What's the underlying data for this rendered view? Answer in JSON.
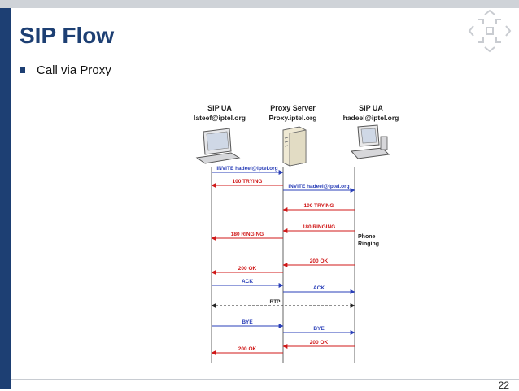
{
  "slide": {
    "title": "SIP Flow",
    "bullet": "Call via Proxy",
    "page_number": "22"
  },
  "diagram": {
    "entities": [
      {
        "name": "SIP UA",
        "address": "lateef@iptel.org",
        "icon": "laptop-icon"
      },
      {
        "name": "Proxy Server",
        "address": "Proxy.iptel.org",
        "icon": "server-icon"
      },
      {
        "name": "SIP UA",
        "address": "hadeel@iptel.org",
        "icon": "desktop-computer-icon"
      }
    ],
    "messages": [
      {
        "label": "INVITE hadeel@iptel.org",
        "from": 0,
        "to": 1,
        "color": "#2a3fb8"
      },
      {
        "label": "100 TRYING",
        "from": 1,
        "to": 0,
        "color": "#d01818"
      },
      {
        "label": "INVITE hadeel@iptel.org",
        "from": 1,
        "to": 2,
        "color": "#2a3fb8"
      },
      {
        "label": "100 TRYING",
        "from": 2,
        "to": 1,
        "color": "#d01818"
      },
      {
        "label": "180 RINGING",
        "from": 2,
        "to": 1,
        "color": "#d01818"
      },
      {
        "label": "180 RINGING",
        "from": 1,
        "to": 0,
        "color": "#d01818"
      },
      {
        "label": "200 OK",
        "from": 2,
        "to": 1,
        "color": "#d01818"
      },
      {
        "label": "200 OK",
        "from": 1,
        "to": 0,
        "color": "#d01818"
      },
      {
        "label": "ACK",
        "from": 0,
        "to": 1,
        "color": "#2a3fb8"
      },
      {
        "label": "ACK",
        "from": 1,
        "to": 2,
        "color": "#2a3fb8"
      },
      {
        "label": "RTP",
        "from": 0,
        "to": 2,
        "color": "#222222",
        "bidirectional": true
      },
      {
        "label": "BYE",
        "from": 0,
        "to": 1,
        "color": "#2a3fb8"
      },
      {
        "label": "BYE",
        "from": 1,
        "to": 2,
        "color": "#2a3fb8"
      },
      {
        "label": "200 OK",
        "from": 2,
        "to": 1,
        "color": "#d01818"
      },
      {
        "label": "200 OK",
        "from": 1,
        "to": 0,
        "color": "#d01818"
      }
    ],
    "note": {
      "line1": "Phone",
      "line2": "Ringing"
    }
  }
}
